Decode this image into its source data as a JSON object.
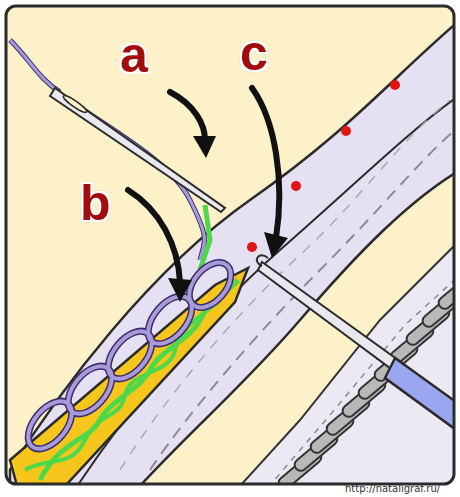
{
  "diagram": {
    "labels": [
      "a",
      "b",
      "c",
      "http://nataligraf.ru/"
    ]
  }
}
